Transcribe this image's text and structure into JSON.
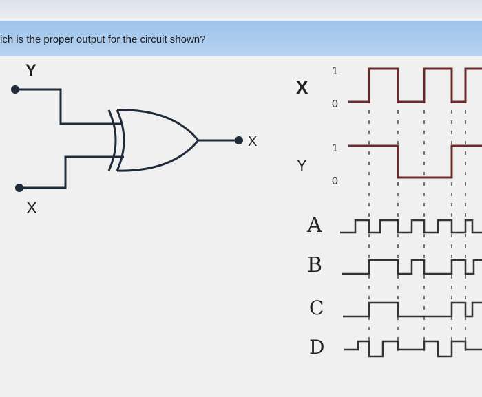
{
  "question": "ich is the proper output for the circuit shown?",
  "circuit": {
    "input_top_label": "Y",
    "input_bottom_label": "X",
    "output_label": "X",
    "gate_icon": "xor-gate-icon"
  },
  "timing": {
    "signal_x_label": "X",
    "signal_y_label": "Y",
    "level_high": "1",
    "level_low": "0",
    "options": [
      "A",
      "B",
      "C",
      "D"
    ]
  },
  "colors": {
    "header": "#a8c9ee",
    "wire": "#1f2a3a",
    "waveform_xy": "#6b2a2a",
    "waveform_options": "#333333"
  }
}
